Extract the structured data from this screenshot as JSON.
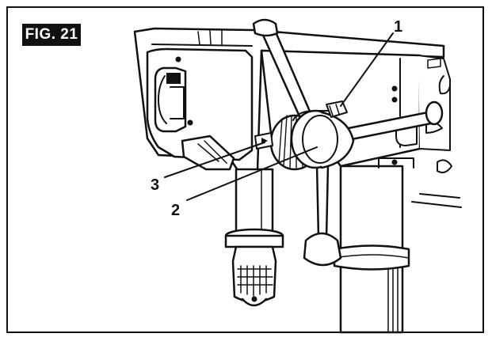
{
  "figure": {
    "label": "FIG. 21",
    "callouts": [
      {
        "id": "1",
        "text": "1"
      },
      {
        "id": "2",
        "text": "2"
      },
      {
        "id": "3",
        "text": "3"
      }
    ]
  }
}
